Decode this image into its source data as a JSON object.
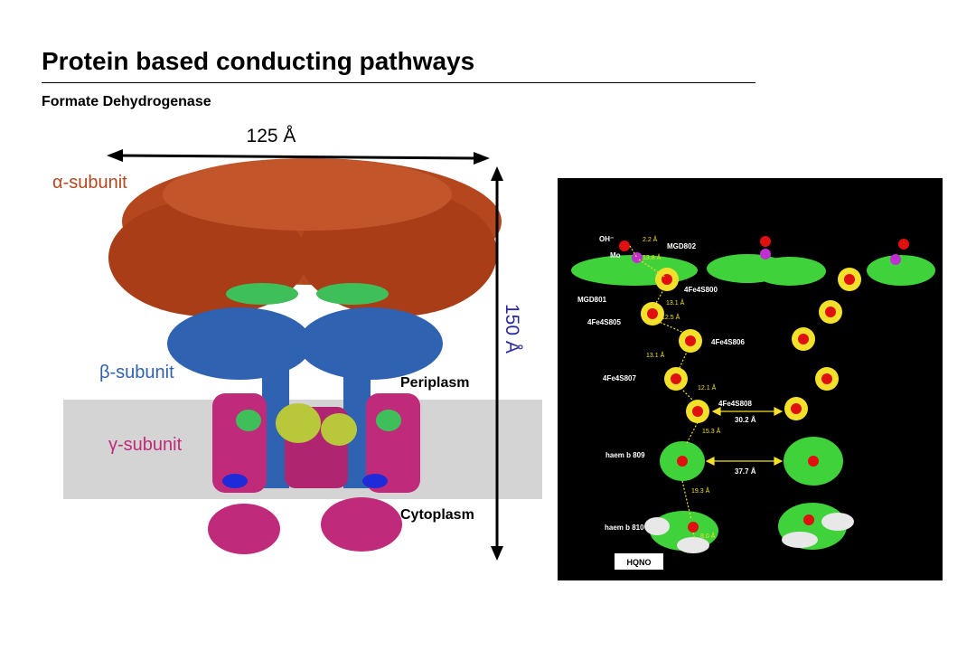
{
  "header": {
    "title": "Protein based conducting pathways",
    "subtitle": "Formate Dehydrogenase"
  },
  "left_figure": {
    "width_label": "125 Å",
    "height_label": "150 Å",
    "alpha": {
      "greek": "α",
      "label": "-subunit",
      "color": "#b5471f"
    },
    "beta": {
      "greek": "β",
      "label": "-subunit",
      "color": "#2f62b0"
    },
    "gamma": {
      "greek": "γ",
      "label": "-subunit",
      "color": "#c02a7a"
    },
    "periplasm": "Periplasm",
    "cytoplasm": "Cytoplasm",
    "membrane_color": "#d4d4d4"
  },
  "right_panel": {
    "labels": {
      "oh": "OH⁻",
      "mo": "Mo",
      "mgd802": "MGD802",
      "mgd801": "MGD801",
      "fs800": "4Fe4S800",
      "fs805": "4Fe4S805",
      "fs806": "4Fe4S806",
      "fs807": "4Fe4S807",
      "fs808": "4Fe4S808",
      "haem809": "haem b 809",
      "haem810": "haem b 810",
      "hqno": "HQNO"
    },
    "distances": {
      "d1": "2.2 Å",
      "d2": "13.8 Å",
      "d3": "13.1 Å",
      "d4": "12.5 Å",
      "d5": "13.1 Å",
      "d6": "12.1 Å",
      "d7": "15.3 Å",
      "d8": "19.3 Å",
      "d9": "8.0 Å",
      "d10": "30.2 Å",
      "d11": "37.7 Å"
    }
  }
}
